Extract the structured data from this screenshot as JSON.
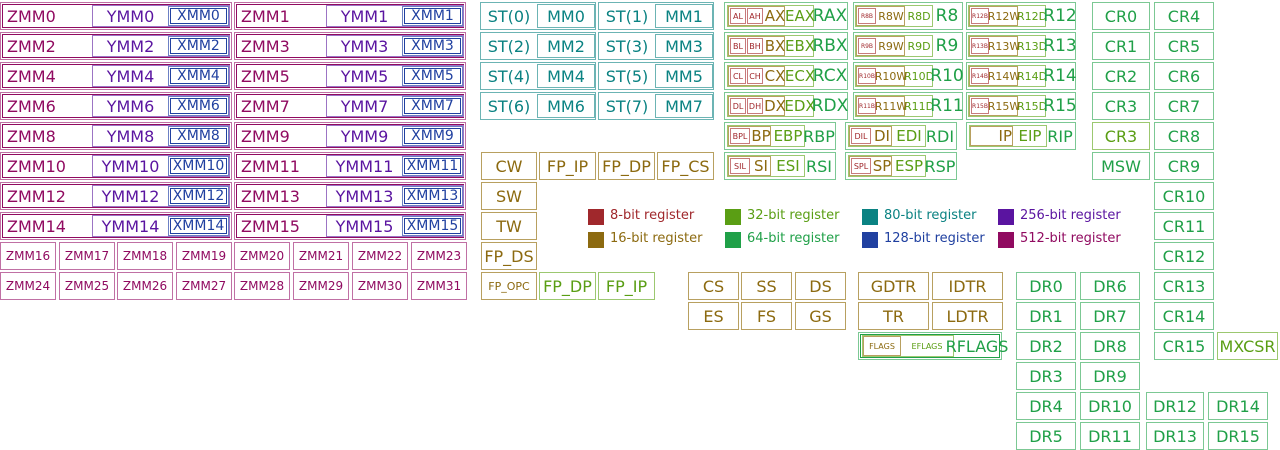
{
  "legend": [
    {
      "label": "8-bit register",
      "color": "#a0282c"
    },
    {
      "label": "16-bit register",
      "color": "#8c6a10"
    },
    {
      "label": "32-bit register",
      "color": "#5a9e14"
    },
    {
      "label": "64-bit register",
      "color": "#20a048"
    },
    {
      "label": "80-bit register",
      "color": "#0a8282"
    },
    {
      "label": "128-bit register",
      "color": "#2040a0"
    },
    {
      "label": "256-bit register",
      "color": "#5a14a0"
    },
    {
      "label": "512-bit register",
      "color": "#900a60"
    }
  ],
  "zmm": [
    {
      "z": "ZMM0",
      "y": "YMM0",
      "x": "XMM0"
    },
    {
      "z": "ZMM1",
      "y": "YMM1",
      "x": "XMM1"
    },
    {
      "z": "ZMM2",
      "y": "YMM2",
      "x": "XMM2"
    },
    {
      "z": "ZMM3",
      "y": "YMM3",
      "x": "XMM3"
    },
    {
      "z": "ZMM4",
      "y": "YMM4",
      "x": "XMM4"
    },
    {
      "z": "ZMM5",
      "y": "YMM5",
      "x": "XMM5"
    },
    {
      "z": "ZMM6",
      "y": "YMM6",
      "x": "XMM6"
    },
    {
      "z": "ZMM7",
      "y": "YMM7",
      "x": "XMM7"
    },
    {
      "z": "ZMM8",
      "y": "YMM8",
      "x": "XMM8"
    },
    {
      "z": "ZMM9",
      "y": "YMM9",
      "x": "XMM9"
    },
    {
      "z": "ZMM10",
      "y": "YMM10",
      "x": "XMM10"
    },
    {
      "z": "ZMM11",
      "y": "YMM11",
      "x": "XMM11"
    },
    {
      "z": "ZMM12",
      "y": "YMM12",
      "x": "XMM12"
    },
    {
      "z": "ZMM13",
      "y": "YMM13",
      "x": "XMM13"
    },
    {
      "z": "ZMM14",
      "y": "YMM14",
      "x": "XMM14"
    },
    {
      "z": "ZMM15",
      "y": "YMM15",
      "x": "XMM15"
    }
  ],
  "zmm_hi": [
    "ZMM16",
    "ZMM17",
    "ZMM18",
    "ZMM19",
    "ZMM20",
    "ZMM21",
    "ZMM22",
    "ZMM23",
    "ZMM24",
    "ZMM25",
    "ZMM26",
    "ZMM27",
    "ZMM28",
    "ZMM29",
    "ZMM30",
    "ZMM31"
  ],
  "st": [
    {
      "st": "ST(0)",
      "mm": "MM0"
    },
    {
      "st": "ST(1)",
      "mm": "MM1"
    },
    {
      "st": "ST(2)",
      "mm": "MM2"
    },
    {
      "st": "ST(3)",
      "mm": "MM3"
    },
    {
      "st": "ST(4)",
      "mm": "MM4"
    },
    {
      "st": "ST(5)",
      "mm": "MM5"
    },
    {
      "st": "ST(6)",
      "mm": "MM6"
    },
    {
      "st": "ST(7)",
      "mm": "MM7"
    }
  ],
  "fpu_ctrl": {
    "cw": "CW",
    "fp_ip": "FP_IP",
    "fp_dp": "FP_DP",
    "fp_cs": "FP_CS",
    "sw": "SW",
    "tw": "TW",
    "fp_ds": "FP_DS",
    "fp_opc": "FP_OPC",
    "fp_dp64": "FP_DP",
    "fp_ip64": "FP_IP"
  },
  "gpr": [
    {
      "b": "AL",
      "h": "AH",
      "w": "AX",
      "d": "EAX",
      "q": "RAX"
    },
    {
      "b": "BL",
      "h": "BH",
      "w": "BX",
      "d": "EBX",
      "q": "RBX"
    },
    {
      "b": "CL",
      "h": "CH",
      "w": "CX",
      "d": "ECX",
      "q": "RCX"
    },
    {
      "b": "DL",
      "h": "DH",
      "w": "DX",
      "d": "EDX",
      "q": "RDX"
    }
  ],
  "gpr_ext": [
    {
      "b": "R8B",
      "w": "R8W",
      "d": "R8D",
      "q": "R8"
    },
    {
      "b": "R9B",
      "w": "R9W",
      "d": "R9D",
      "q": "R9"
    },
    {
      "b": "R10B",
      "w": "R10W",
      "d": "R10D",
      "q": "R10"
    },
    {
      "b": "R11B",
      "w": "R11W",
      "d": "R11D",
      "q": "R11"
    },
    {
      "b": "R12B",
      "w": "R12W",
      "d": "R12D",
      "q": "R12"
    },
    {
      "b": "R13B",
      "w": "R13W",
      "d": "R13D",
      "q": "R13"
    },
    {
      "b": "R14B",
      "w": "R14W",
      "d": "R14D",
      "q": "R14"
    },
    {
      "b": "R15B",
      "w": "R15W",
      "d": "R15D",
      "q": "R15"
    }
  ],
  "gpr_idx": [
    {
      "b": "BPL",
      "w": "BP",
      "d": "EBP",
      "q": "RBP"
    },
    {
      "b": "DIL",
      "w": "DI",
      "d": "EDI",
      "q": "RDI"
    },
    {
      "b": "SIL",
      "w": "SI",
      "d": "ESI",
      "q": "RSI"
    },
    {
      "b": "SPL",
      "w": "SP",
      "d": "ESP",
      "q": "RSP"
    }
  ],
  "ip": {
    "w": "IP",
    "d": "EIP",
    "q": "RIP"
  },
  "flags": {
    "w": "FLAGS",
    "d": "EFLAGS",
    "q": "RFLAGS"
  },
  "segment": [
    "CS",
    "SS",
    "DS",
    "ES",
    "FS",
    "GS"
  ],
  "descriptor": [
    "GDTR",
    "IDTR",
    "TR",
    "LDTR"
  ],
  "cr": [
    "CR0",
    "CR1",
    "CR2",
    "CR3",
    "CR4",
    "CR5",
    "CR6",
    "CR7",
    "CR8",
    "CR9",
    "CR10",
    "CR11",
    "CR12",
    "CR13",
    "CR14",
    "CR15"
  ],
  "cr3_alt": "CR3",
  "msw": "MSW",
  "mxcsr": "MXCSR",
  "dr": [
    "DR0",
    "DR1",
    "DR2",
    "DR3",
    "DR4",
    "DR5",
    "DR6",
    "DR7",
    "DR8",
    "DR9",
    "DR10",
    "DR11",
    "DR12",
    "DR13",
    "DR14",
    "DR15"
  ]
}
